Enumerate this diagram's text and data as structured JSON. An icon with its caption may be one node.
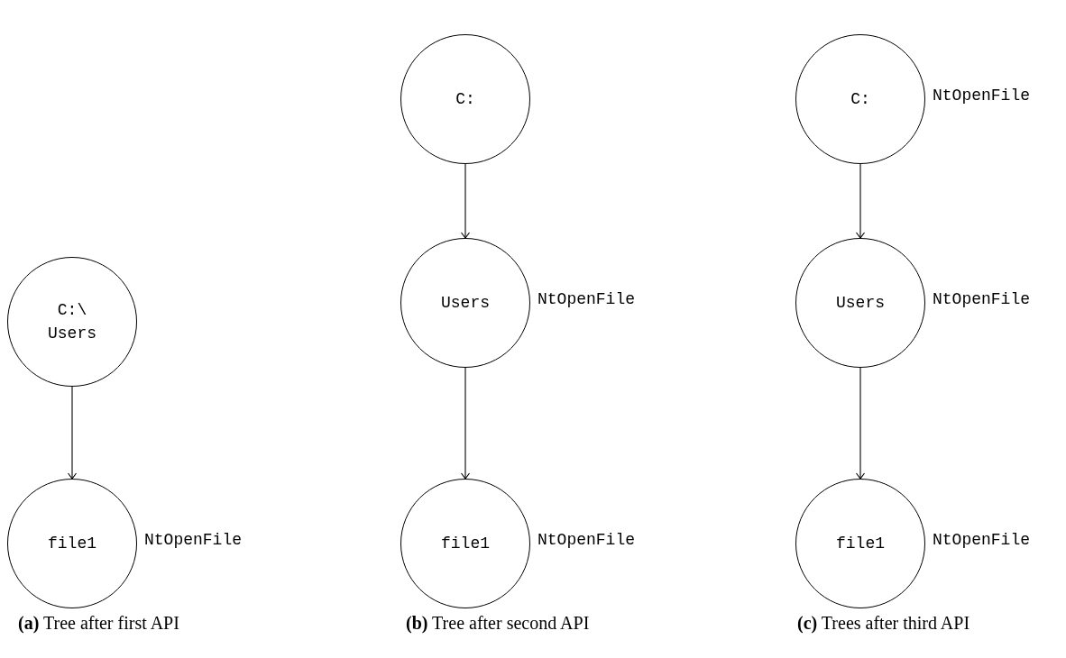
{
  "diagram": {
    "nodes": [
      {
        "text": [
          "C:\\ Users"
        ]
      },
      {
        "text": [
          "file1"
        ],
        "beside": [
          "NtOpenFile"
        ]
      },
      {
        "text": [
          "C:"
        ]
      },
      {
        "text": [
          "Users"
        ],
        "beside": [
          "NtOpenFile"
        ]
      },
      {
        "text": [
          "file1"
        ],
        "beside": [
          "NtOpenFile"
        ]
      },
      {
        "text": [
          "C:"
        ],
        "beside": [
          "NtOpenFile"
        ]
      },
      {
        "text": [
          "Users"
        ],
        "beside": [
          "NtOpenFile"
        ]
      },
      {
        "text": [
          "file1"
        ],
        "beside": [
          "NtOpenFile"
        ]
      }
    ],
    "edges": [
      {
        "from": 0,
        "to": 1,
        "arrow": "to"
      },
      {
        "from": 2,
        "to": 3,
        "arrow": "to"
      },
      {
        "from": 3,
        "to": 4,
        "arrow": "to"
      },
      {
        "from": 5,
        "to": 6,
        "arrow": "to"
      },
      {
        "from": 6,
        "to": 7,
        "arrow": "to"
      }
    ],
    "labels": [
      "**(a)** Tree after first API",
      "**(b)** Tree after second API",
      "**(c)** Trees after third API"
    ]
  }
}
